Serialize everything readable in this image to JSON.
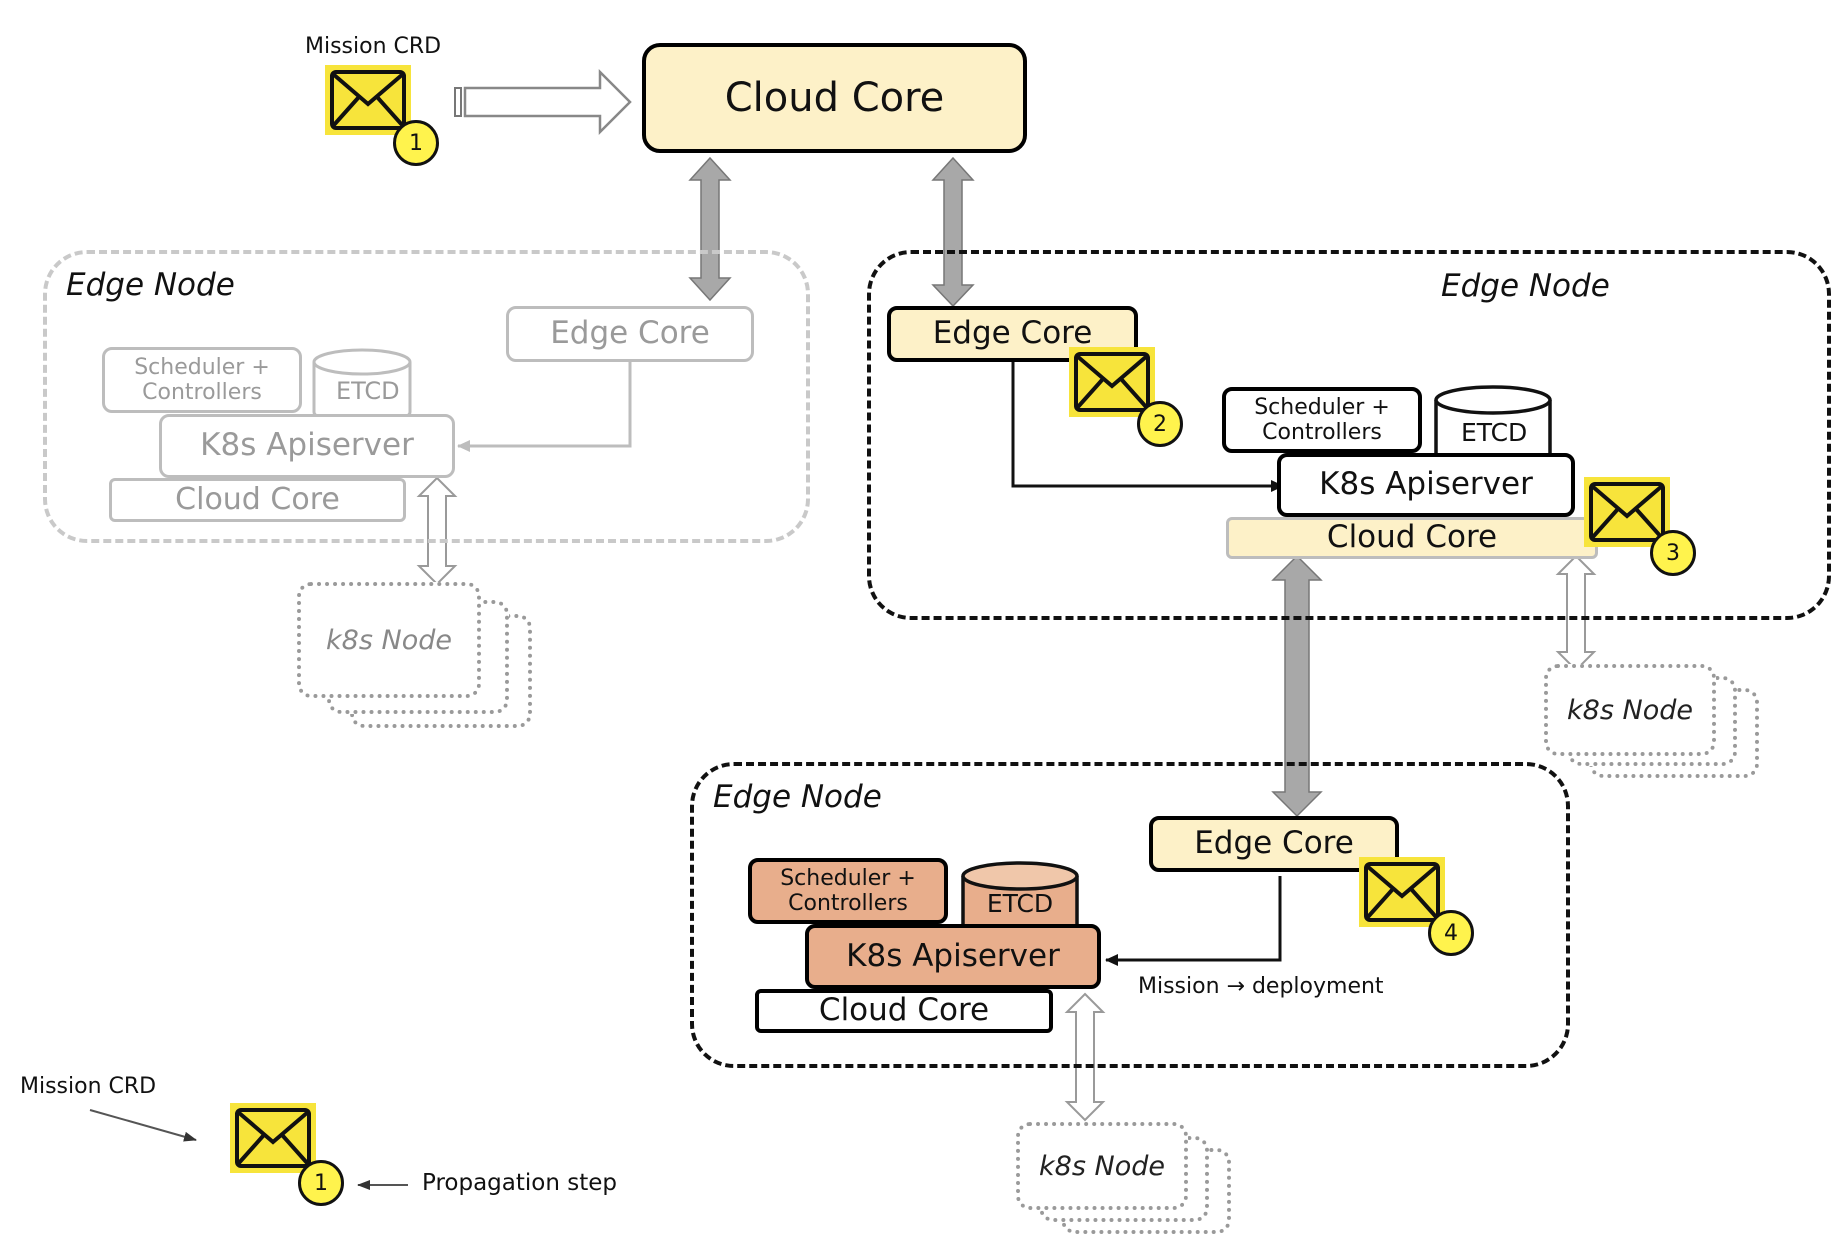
{
  "top": {
    "crd_label": "Mission CRD",
    "cloud_core": "Cloud Core",
    "step1": "1"
  },
  "left_node": {
    "title": "Edge Node",
    "edge_core": "Edge Core",
    "scheduler": "Scheduler +\nControllers",
    "etcd": "ETCD",
    "apiserver": "K8s Apiserver",
    "cloud_core": "Cloud Core",
    "k8s_node": "k8s Node"
  },
  "right_node": {
    "title": "Edge Node",
    "edge_core": "Edge Core",
    "scheduler": "Scheduler +\nControllers",
    "etcd": "ETCD",
    "apiserver": "K8s Apiserver",
    "cloud_core": "Cloud Core",
    "k8s_node": "k8s Node",
    "step2": "2",
    "step3": "3"
  },
  "bottom_node": {
    "title": "Edge Node",
    "edge_core": "Edge Core",
    "scheduler": "Scheduler +\nControllers",
    "etcd": "ETCD",
    "apiserver": "K8s Apiserver",
    "cloud_core": "Cloud Core",
    "k8s_node": "k8s Node",
    "step4": "4",
    "mission_note": "Mission → deployment"
  },
  "legend": {
    "crd_label": "Mission CRD",
    "step": "1",
    "propagation_label": "Propagation step"
  },
  "colors": {
    "cloud_yellow": "#fdf1c8",
    "apiserver_orange": "#e8ae8c",
    "badge_yellow": "#fff34d",
    "envelope_yellow": "#f7e43b",
    "connector_grey": "#a8a8a8"
  }
}
